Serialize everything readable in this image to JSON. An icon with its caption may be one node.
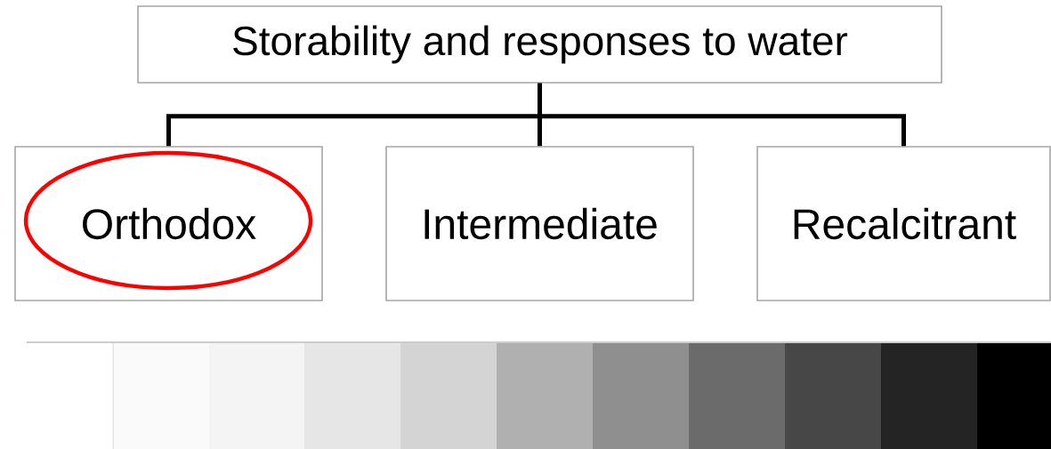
{
  "diagram": {
    "nodes": [
      {
        "text": [
          "Storability and responses to water"
        ]
      },
      {
        "text": [
          "Orthodox"
        ]
      },
      {
        "text": [
          "Intermediate"
        ]
      },
      {
        "text": [
          "Recalcitrant"
        ]
      }
    ],
    "edges": [
      {
        "from": 0,
        "to": 1,
        "arrow": "none"
      },
      {
        "from": 0,
        "to": 2,
        "arrow": "none"
      },
      {
        "from": 0,
        "to": 3,
        "arrow": "none"
      }
    ]
  }
}
